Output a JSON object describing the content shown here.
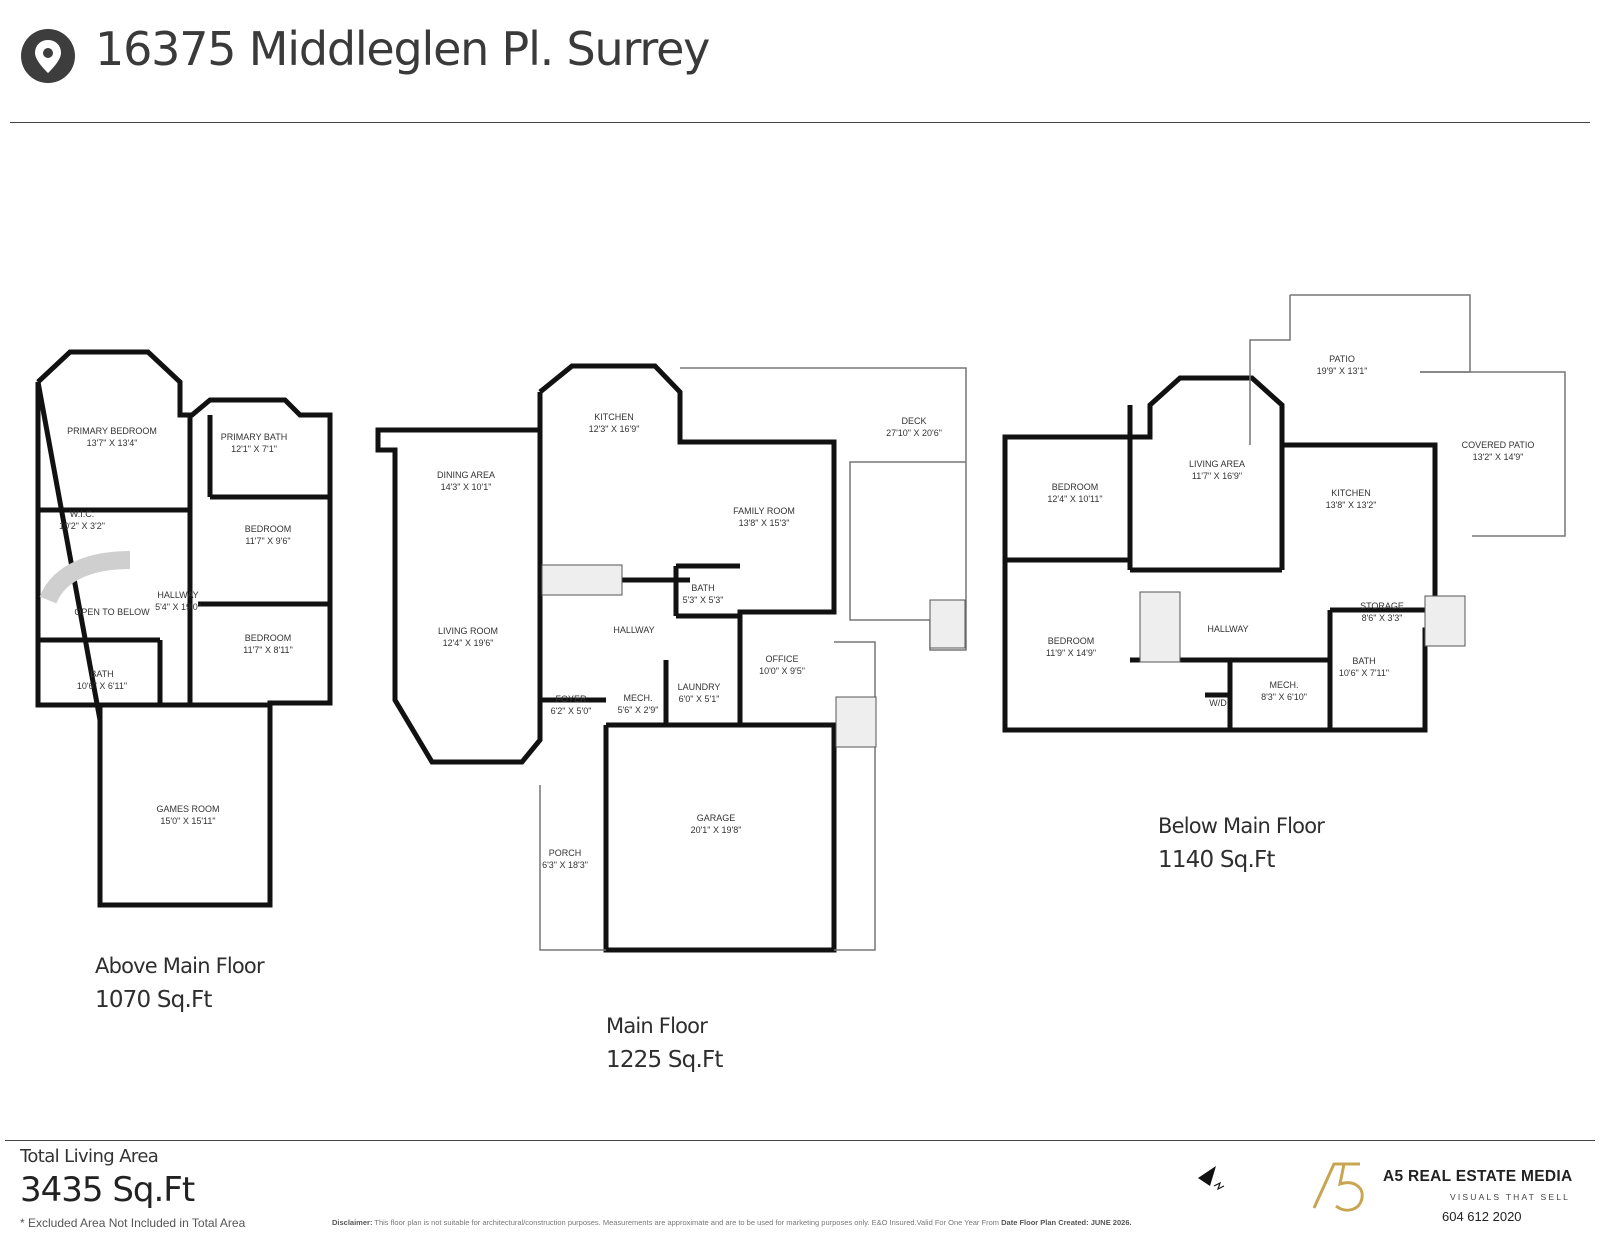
{
  "header": {
    "address": "16375 Middleglen Pl.  Surrey"
  },
  "floors": {
    "above": {
      "name": "Above Main Floor",
      "area": "1070 Sq.Ft",
      "rooms": [
        {
          "name": "PRIMARY BEDROOM",
          "dims": "13'7\" X 13'4\""
        },
        {
          "name": "PRIMARY BATH",
          "dims": "12'1\" X 7'1\""
        },
        {
          "name": "W.I.C.",
          "dims": "10'2\" X 3'2\""
        },
        {
          "name": "BEDROOM",
          "dims": "11'7\" X 9'6\""
        },
        {
          "name": "HALLWAY",
          "dims": "5'4\" X 19'0\""
        },
        {
          "name": "OPEN TO BELOW",
          "dims": ""
        },
        {
          "name": "BEDROOM",
          "dims": "11'7\" X 8'11\""
        },
        {
          "name": "BATH",
          "dims": "10'6\" X 6'11\""
        },
        {
          "name": "GAMES ROOM",
          "dims": "15'0\" X 15'11\""
        }
      ]
    },
    "main": {
      "name": "Main Floor",
      "area": "1225 Sq.Ft",
      "rooms": [
        {
          "name": "KITCHEN",
          "dims": "12'3\" X 16'9\""
        },
        {
          "name": "DECK",
          "dims": "27'10\" X 20'6\""
        },
        {
          "name": "DINING AREA",
          "dims": "14'3\" X 10'1\""
        },
        {
          "name": "FAMILY ROOM",
          "dims": "13'8\" X 15'3\""
        },
        {
          "name": "BATH",
          "dims": "5'3\" X 5'3\""
        },
        {
          "name": "LIVING ROOM",
          "dims": "12'4\" X 19'6\""
        },
        {
          "name": "HALLWAY",
          "dims": ""
        },
        {
          "name": "OFFICE",
          "dims": "10'0\" X 9'5\""
        },
        {
          "name": "FOYER",
          "dims": "6'2\" X 5'0\""
        },
        {
          "name": "MECH.",
          "dims": "5'6\" X 2'9\""
        },
        {
          "name": "LAUNDRY",
          "dims": "6'0\" X 5'1\""
        },
        {
          "name": "GARAGE",
          "dims": "20'1\" X 19'8\""
        },
        {
          "name": "PORCH",
          "dims": "6'3\" X 18'3\""
        }
      ]
    },
    "below": {
      "name": "Below Main Floor",
      "area": "1140 Sq.Ft",
      "rooms": [
        {
          "name": "PATIO",
          "dims": "19'9\" X 13'1\""
        },
        {
          "name": "COVERED PATIO",
          "dims": "13'2\" X 14'9\""
        },
        {
          "name": "BEDROOM",
          "dims": "12'4\" X 10'11\""
        },
        {
          "name": "LIVING AREA",
          "dims": "11'7\" X 16'9\""
        },
        {
          "name": "KITCHEN",
          "dims": "13'8\" X 13'2\""
        },
        {
          "name": "STORAGE",
          "dims": "8'6\" X 3'3\""
        },
        {
          "name": "HALLWAY",
          "dims": ""
        },
        {
          "name": "BEDROOM",
          "dims": "11'9\" X 14'9\""
        },
        {
          "name": "BATH",
          "dims": "10'6\" X 7'11\""
        },
        {
          "name": "MECH.",
          "dims": "8'3\" X 6'10\""
        },
        {
          "name": "W/D",
          "dims": ""
        }
      ]
    }
  },
  "footer": {
    "total_label": "Total Living Area",
    "total_value": "3435 Sq.Ft",
    "note": "* Excluded Area Not Included in Total Area",
    "disclaimer_label": "Disclaimer:",
    "disclaimer_text": "This floor plan is not suitable for architectural/construction purposes. Measurements are approximate and are to be used for marketing purposes only. E&O Insured.Valid For One Year From",
    "date_label": "Date Floor Plan Created: JUNE 2026."
  },
  "brand": {
    "name": "A5 REAL ESTATE MEDIA",
    "tagline": "VISUALS THAT SELL",
    "phone": "604 612 2020",
    "logo_mark": "A5",
    "gold": "#c9a552"
  }
}
